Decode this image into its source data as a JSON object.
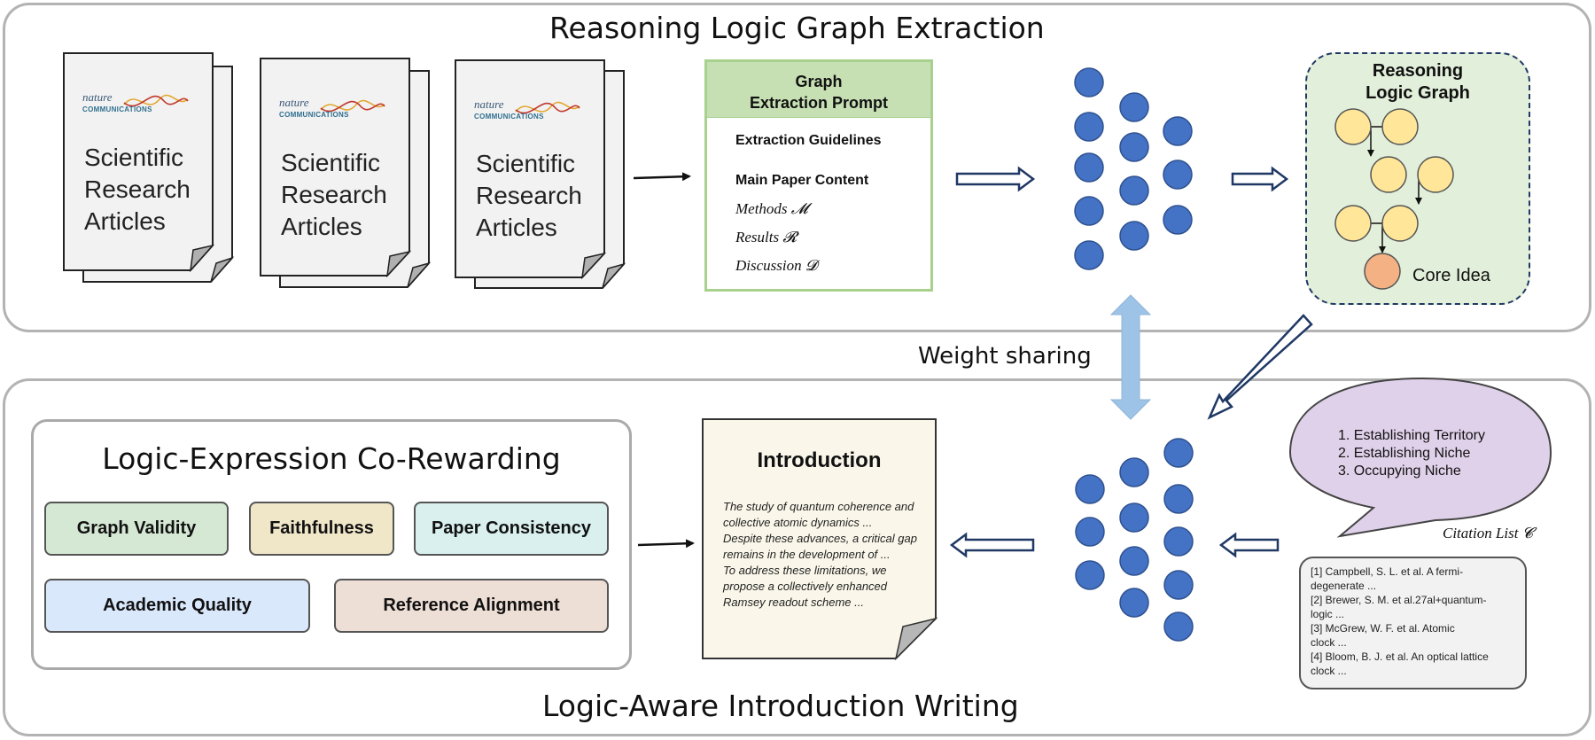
{
  "top_section": {
    "title": "Reasoning Logic Graph Extraction",
    "documents": [
      {
        "logo_line1": "nature",
        "logo_line2": "COMMUNICATIONS",
        "label": "Scientific Research Articles",
        "lines": [
          "Scientific",
          "Research",
          "Articles"
        ]
      },
      {
        "logo_line1": "nature",
        "logo_line2": "COMMUNICATIONS",
        "label": "Scientific Research Articles",
        "lines": [
          "Scientific",
          "Research",
          "Articles"
        ]
      },
      {
        "logo_line1": "nature",
        "logo_line2": "COMMUNICATIONS",
        "label": "Scientific Research Articles",
        "lines": [
          "Scientific",
          "Research",
          "Articles"
        ]
      }
    ],
    "prompt": {
      "header_line1": "Graph",
      "header_line2": "Extraction Prompt",
      "guidelines": "Extraction Guidelines",
      "content_title": "Main Paper Content",
      "methods": "Methods 𝓜",
      "results": "Results 𝓡",
      "discussion": "Discussion 𝓓"
    },
    "graph_box": {
      "title_line1": "Reasoning",
      "title_line2": "Logic Graph",
      "core_label": "Core Idea"
    }
  },
  "middle": {
    "weight_sharing": "Weight sharing"
  },
  "bottom_section": {
    "title": "Logic-Aware Introduction Writing",
    "rewarding": {
      "title": "Logic-Expression Co-Rewarding",
      "items": [
        "Graph Validity",
        "Faithfulness",
        "Paper Consistency",
        "Academic Quality",
        "Reference Alignment"
      ]
    },
    "introduction": {
      "title": "Introduction",
      "lines": [
        "The study of quantum coherence and",
        "collective atomic dynamics ...",
        "Despite these advances, a critical gap",
        "remains in the development of ...",
        "To address these limitations, we",
        "propose a collectively enhanced",
        "Ramsey readout scheme  ..."
      ]
    },
    "speech_bubble": {
      "lines": [
        "1. Establishing Territory",
        "2. Establishing Niche",
        "3. Occupying Niche"
      ]
    },
    "citation_list": {
      "label": "Citation List 𝓒",
      "lines": [
        "[1] Campbell, S. L. et al. A fermi-",
        "degenerate ...",
        "[2] Brewer, S. M. et al.27al+quantum-",
        "logic ...",
        "[3] McGrew, W. F. et al. Atomic",
        "clock ...",
        "[4] Bloom, B. J. et al. An optical lattice",
        "clock ..."
      ]
    }
  },
  "colors": {
    "panel_border": "#b3b3b3",
    "node_blue": "#4472c4",
    "graph_bg": "#e2efda",
    "node_yellow": "#ffe699",
    "node_core": "#f4b183",
    "prompt_header": "#c6e0b4",
    "bubble": "#e0d1ea",
    "reward_graph_validity": "#d5e8d4",
    "reward_faithfulness": "#f0e6c8",
    "reward_paper_consistency": "#d9f0ee",
    "reward_academic_quality": "#dae8fc",
    "reward_reference_alignment": "#eedfd6",
    "shared_arrow": "#9dc3e6"
  }
}
